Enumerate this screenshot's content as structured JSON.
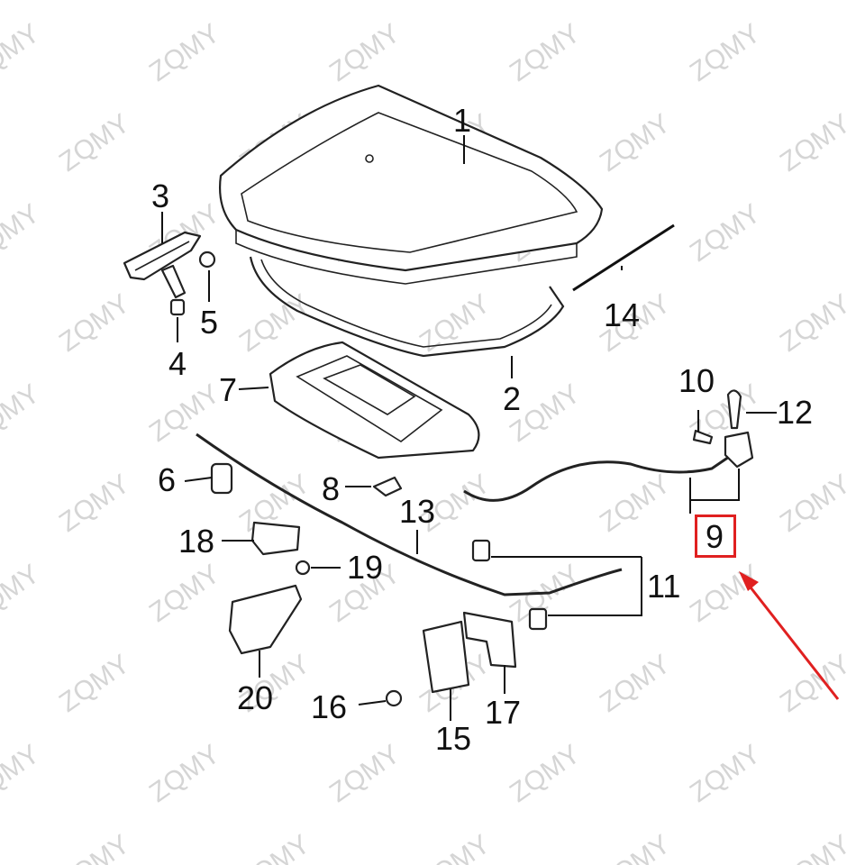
{
  "watermark": "ZQMY",
  "callouts": [
    {
      "id": "1",
      "text": "1"
    },
    {
      "id": "2",
      "text": "2"
    },
    {
      "id": "3",
      "text": "3"
    },
    {
      "id": "4",
      "text": "4"
    },
    {
      "id": "5",
      "text": "5"
    },
    {
      "id": "6",
      "text": "6"
    },
    {
      "id": "7",
      "text": "7"
    },
    {
      "id": "8",
      "text": "8"
    },
    {
      "id": "9",
      "text": "9"
    },
    {
      "id": "10",
      "text": "10"
    },
    {
      "id": "11",
      "text": "11"
    },
    {
      "id": "12",
      "text": "12"
    },
    {
      "id": "13",
      "text": "13"
    },
    {
      "id": "14",
      "text": "14"
    },
    {
      "id": "15",
      "text": "15"
    },
    {
      "id": "16",
      "text": "16"
    },
    {
      "id": "17",
      "text": "17"
    },
    {
      "id": "18",
      "text": "18"
    },
    {
      "id": "19",
      "text": "19"
    },
    {
      "id": "20",
      "text": "20"
    }
  ],
  "highlight": {
    "callout": "9",
    "color": "#e02020"
  }
}
